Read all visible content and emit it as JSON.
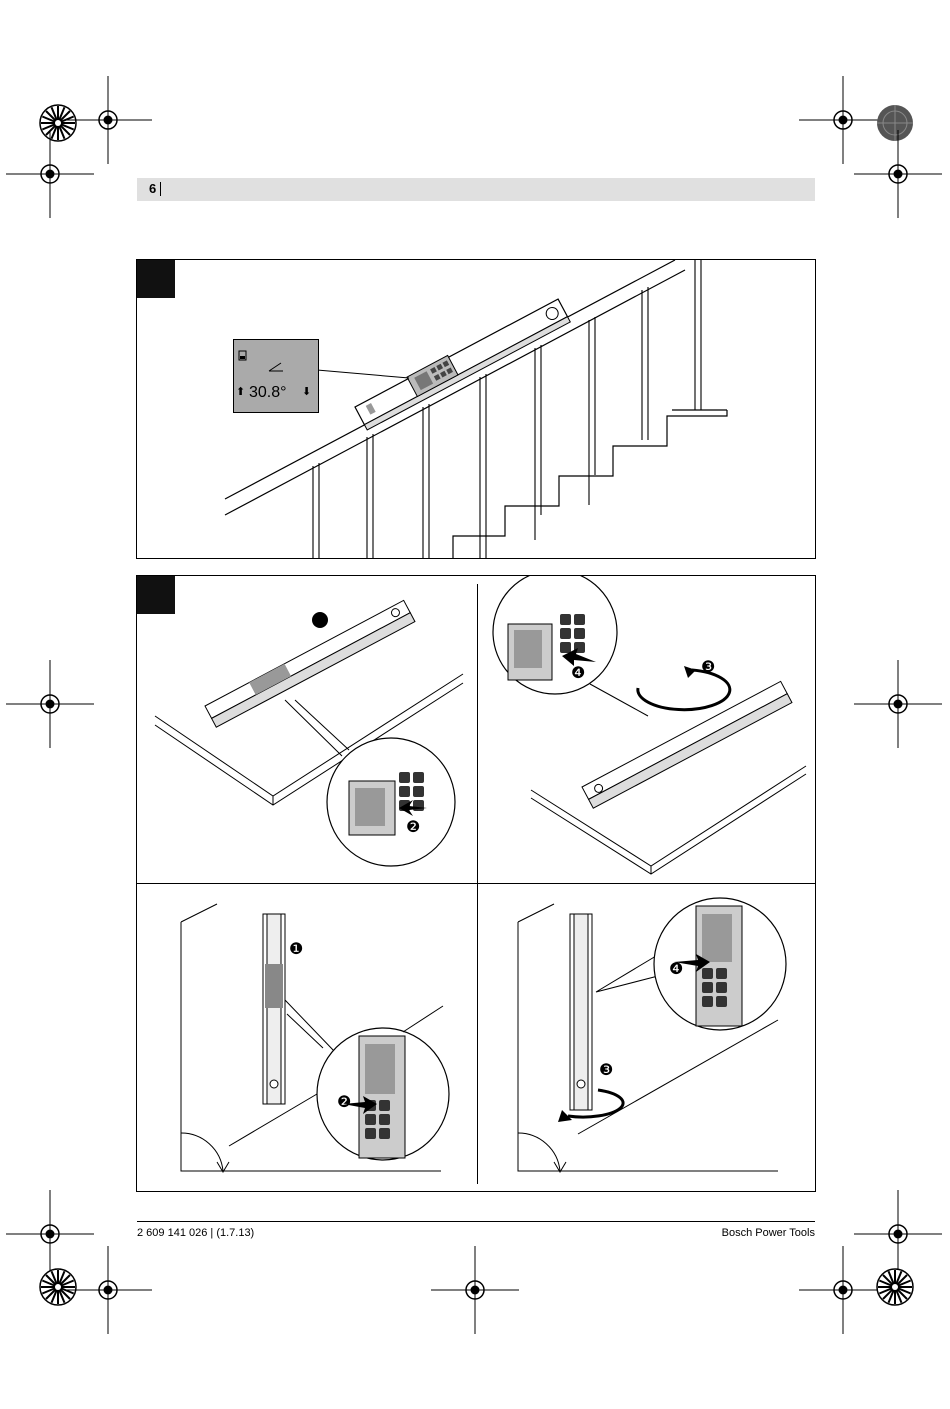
{
  "header": {
    "page_number": "6"
  },
  "figures": {
    "stair": {
      "display_reading": "30.8°"
    },
    "calibration": {
      "step_labels": [
        "❶",
        "❷",
        "❸",
        "❹"
      ]
    }
  },
  "footer": {
    "doc_code": "2 609 141 026 | (1.7.13)",
    "brand": "Bosch Power Tools"
  }
}
